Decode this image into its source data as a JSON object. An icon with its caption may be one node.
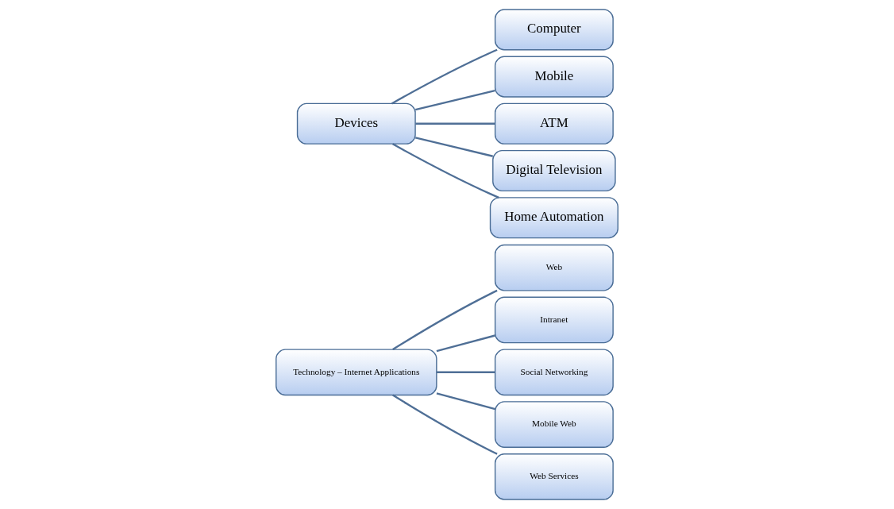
{
  "diagram": {
    "nodes": [
      {
        "text": [
          "Technology – Internet Applications"
        ]
      },
      {
        "text": [
          "Web"
        ]
      },
      {
        "text": [
          "Intranet"
        ]
      },
      {
        "text": [
          "Social Networking"
        ]
      },
      {
        "text": [
          "Mobile Web"
        ]
      },
      {
        "text": [
          "Web Services"
        ]
      },
      {
        "text": [
          "Devices"
        ]
      },
      {
        "text": [
          "Computer"
        ]
      },
      {
        "text": [
          "Mobile"
        ]
      },
      {
        "text": [
          "ATM"
        ]
      },
      {
        "text": [
          "Digital Television"
        ]
      },
      {
        "text": [
          "Home Automation"
        ]
      }
    ],
    "edges": [
      {
        "from": 0,
        "to": 1,
        "arrow": "none"
      },
      {
        "from": 0,
        "to": 2,
        "arrow": "none"
      },
      {
        "from": 0,
        "to": 3,
        "arrow": "none"
      },
      {
        "from": 0,
        "to": 4,
        "arrow": "none"
      },
      {
        "from": 0,
        "to": 5,
        "arrow": "none"
      },
      {
        "from": 6,
        "to": 7,
        "arrow": "none"
      },
      {
        "from": 6,
        "to": 8,
        "arrow": "none"
      },
      {
        "from": 6,
        "to": 9,
        "arrow": "none"
      },
      {
        "from": 6,
        "to": 10,
        "arrow": "none"
      },
      {
        "from": 6,
        "to": 11,
        "arrow": "none"
      }
    ]
  }
}
